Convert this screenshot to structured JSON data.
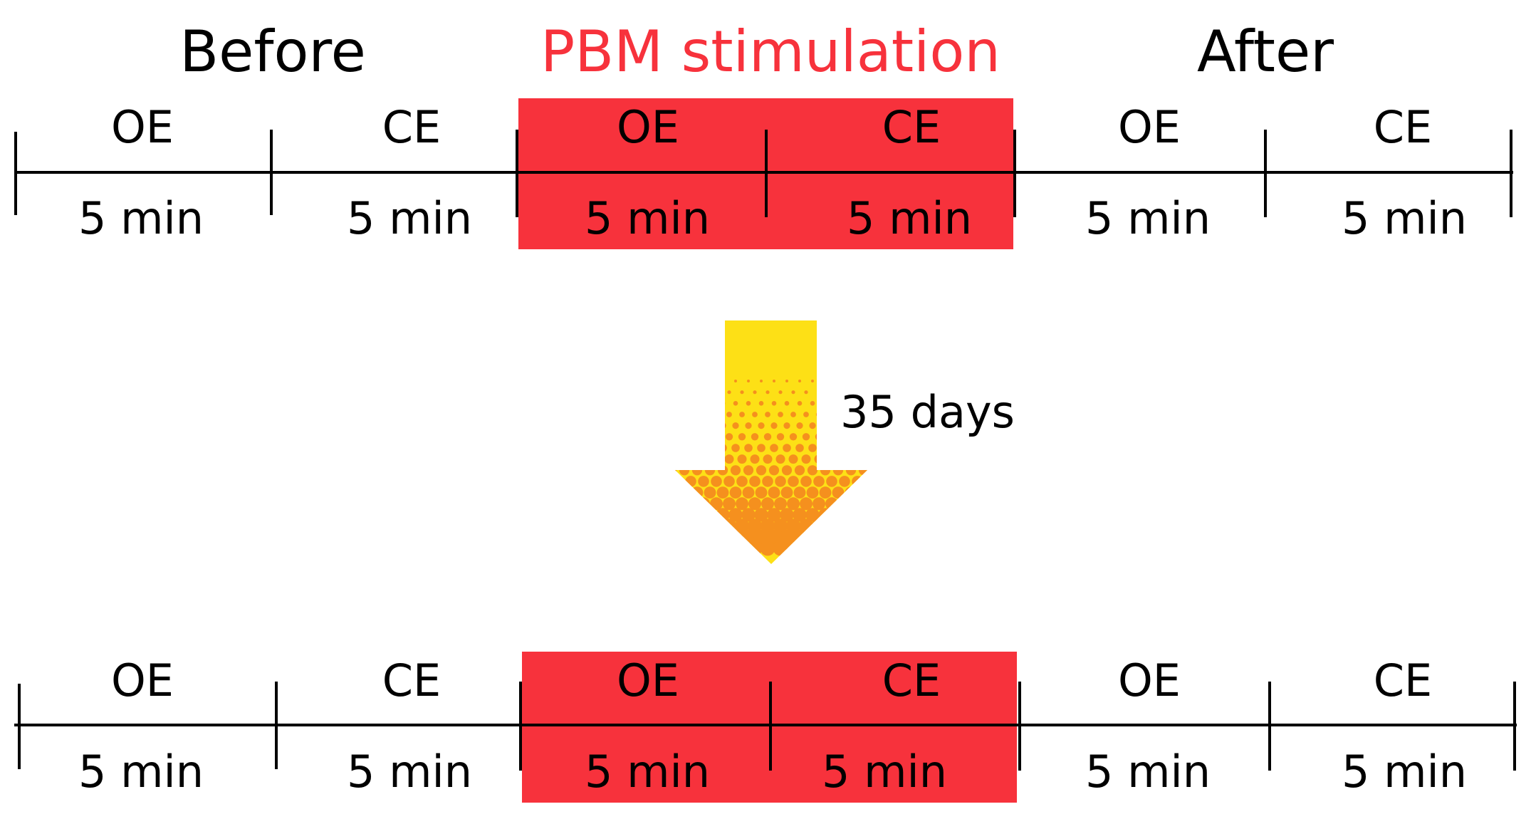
{
  "phases": {
    "before": "Before",
    "stimulation": "PBM stimulation",
    "after": "After"
  },
  "interval_label": "35 days",
  "colors": {
    "stim_block": "#f7323c",
    "stim_title": "#f7323c",
    "arrow_yellow": "#fde016",
    "arrow_dots": "#f5901e",
    "line": "#000000"
  },
  "timelines": [
    {
      "segments": [
        {
          "label": "OE",
          "duration": "5 min"
        },
        {
          "label": "CE",
          "duration": "5 min"
        },
        {
          "label": "OE",
          "duration": "5 min"
        },
        {
          "label": "CE",
          "duration": "5 min"
        },
        {
          "label": "OE",
          "duration": "5 min"
        },
        {
          "label": "CE",
          "duration": "5 min"
        }
      ]
    },
    {
      "segments": [
        {
          "label": "OE",
          "duration": "5 min"
        },
        {
          "label": "CE",
          "duration": "5 min"
        },
        {
          "label": "OE",
          "duration": "5 min"
        },
        {
          "label": "CE",
          "duration": "5 min"
        },
        {
          "label": "OE",
          "duration": "5 min"
        },
        {
          "label": "CE",
          "duration": "5 min"
        }
      ]
    }
  ]
}
